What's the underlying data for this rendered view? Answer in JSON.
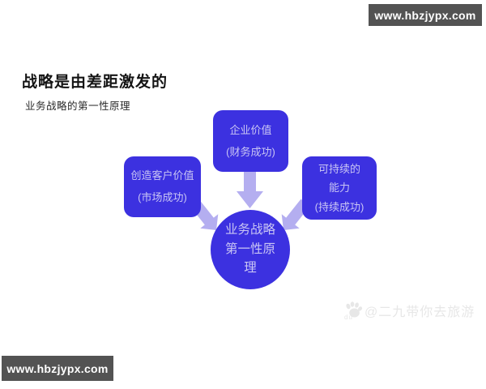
{
  "badges": {
    "top_right": {
      "text": "www.hbzjypx.com",
      "bg": "#535353",
      "color": "#ffffff"
    },
    "bottom_left": {
      "text": "www.hbzjypx.com",
      "bg": "#535353",
      "color": "#ffffff"
    }
  },
  "header": {
    "title": "战略是由差距激发的",
    "subtitle": "业务战略的第一性原理"
  },
  "diagram": {
    "type": "concept-diagram",
    "colors": {
      "node_fill": "#3c31e0",
      "node_text": "#c9c5f4",
      "arrow": "#b4aef0"
    },
    "boxes": [
      {
        "id": "customer-value",
        "lines": [
          "创造客户价值",
          "(市场成功)"
        ]
      },
      {
        "id": "enterprise-value",
        "lines": [
          "企业价值",
          "(财务成功)"
        ]
      },
      {
        "id": "sustainable-capability",
        "lines": [
          "可持续的",
          "能力",
          "(持续成功)"
        ]
      }
    ],
    "center_circle": {
      "lines": [
        "业务战略",
        "第一性原",
        "理"
      ]
    },
    "arrows": [
      "left-box-to-circle",
      "top-box-to-circle",
      "right-box-to-circle"
    ]
  },
  "watermark": {
    "icon": "baidu-paw-icon",
    "icon_label": "du",
    "text": "@二九带你去旅游",
    "color": "#e7e7e7"
  }
}
